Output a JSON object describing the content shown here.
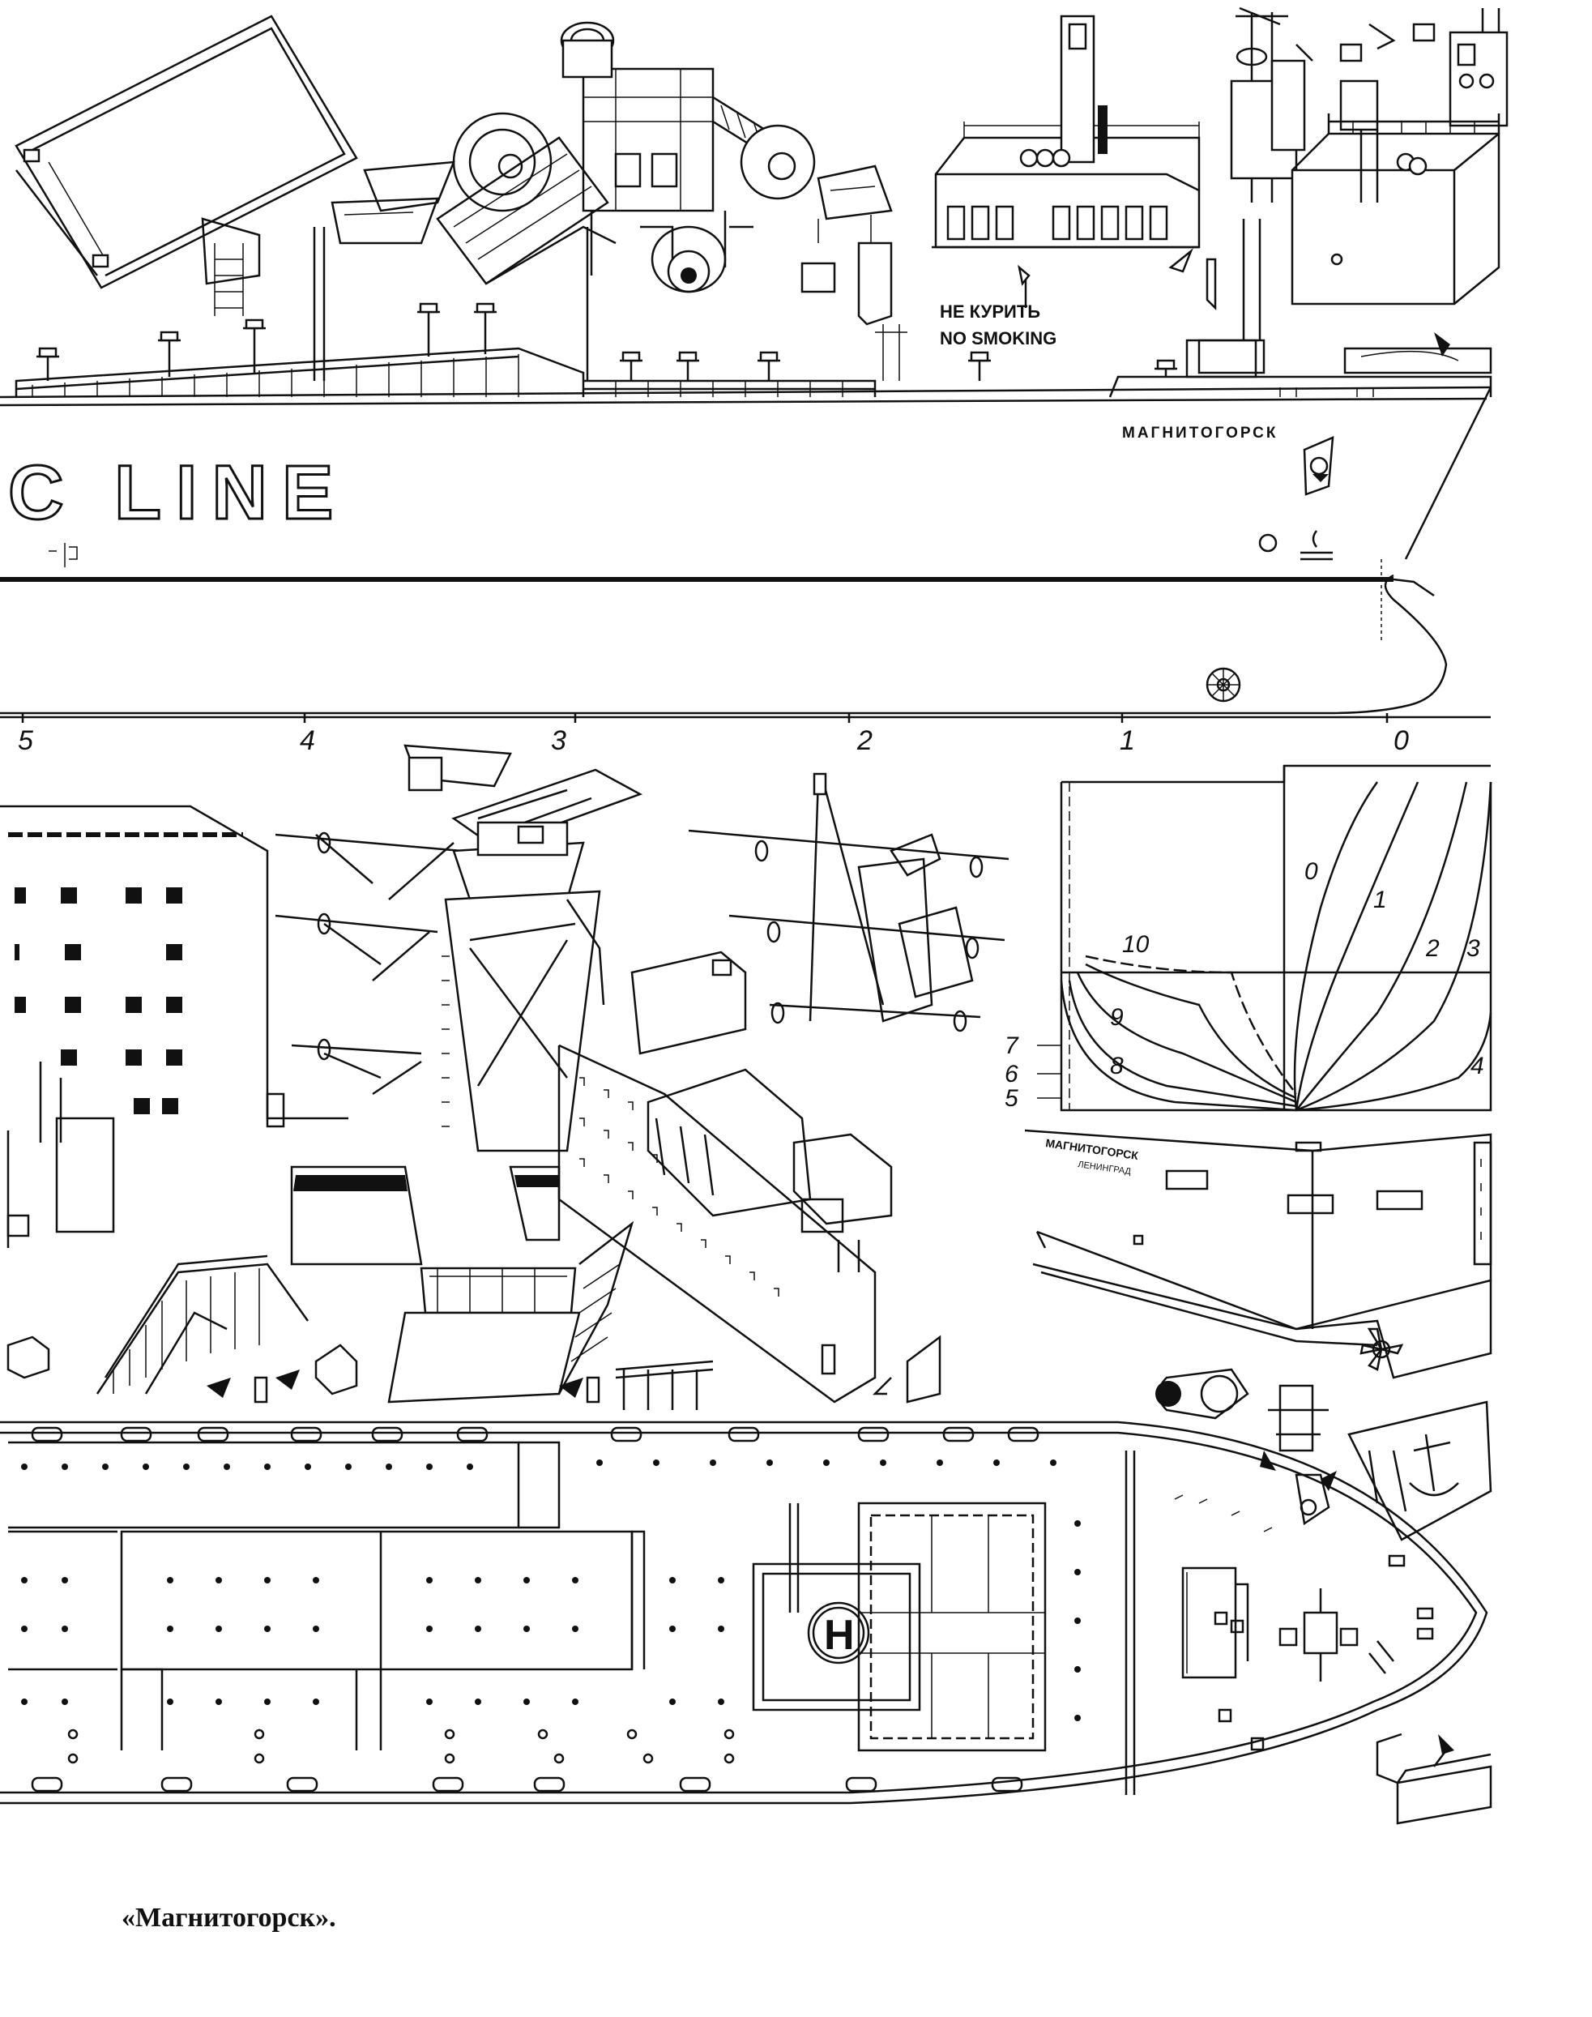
{
  "profile": {
    "hull_lettering": "C LINE",
    "ship_name_bow": "МАГНИТОГОРСК",
    "warning_ru": "НЕ КУРИТЬ",
    "warning_en": "NO SMOKING"
  },
  "frame_scale": {
    "labels": [
      "5",
      "4",
      "3",
      "2",
      "1",
      "0"
    ]
  },
  "body_plan": {
    "station_labels": [
      "0",
      "1",
      "2",
      "3",
      "4",
      "5",
      "6",
      "7",
      "8",
      "9",
      "10"
    ]
  },
  "stern_view": {
    "ship_name": "МАГНИТОГОРСК",
    "home_port": "ЛЕНИНГРАД"
  },
  "deck_plan": {
    "helipad_marking": "H"
  },
  "caption": "«Магнитогорск»."
}
